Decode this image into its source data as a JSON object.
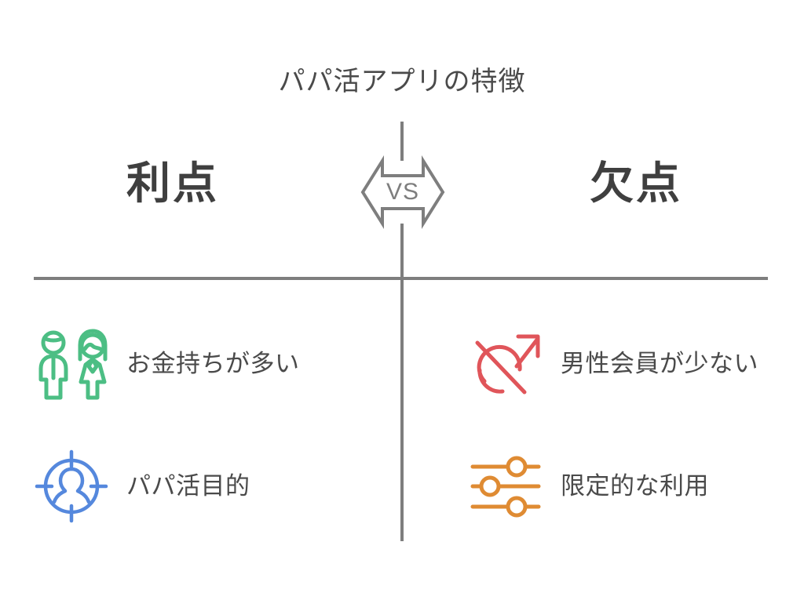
{
  "title": "パパ活アプリの特徴",
  "vs_badge": {
    "label": "VS",
    "icon": "double-arrow-vs-icon",
    "color": "#7e7e7e"
  },
  "colors": {
    "line": "#7e7e7e",
    "text": "#4a4a4a",
    "heading": "#3f3f3f",
    "green": "#4cbe84",
    "blue": "#5588dd",
    "red": "#e0555a",
    "orange": "#df8b33",
    "background": "#ffffff"
  },
  "columns": {
    "left": {
      "heading": "利点",
      "items": [
        {
          "icon": "couple-people-icon",
          "icon_color": "#4cbe84",
          "label": "お金持ちが多い"
        },
        {
          "icon": "target-person-icon",
          "icon_color": "#5588dd",
          "label": "パパ活目的"
        }
      ]
    },
    "right": {
      "heading": "欠点",
      "items": [
        {
          "icon": "male-symbol-slashed-icon",
          "icon_color": "#e0555a",
          "label": "男性会員が少ない"
        },
        {
          "icon": "sliders-settings-icon",
          "icon_color": "#df8b33",
          "label": "限定的な利用"
        }
      ]
    }
  }
}
